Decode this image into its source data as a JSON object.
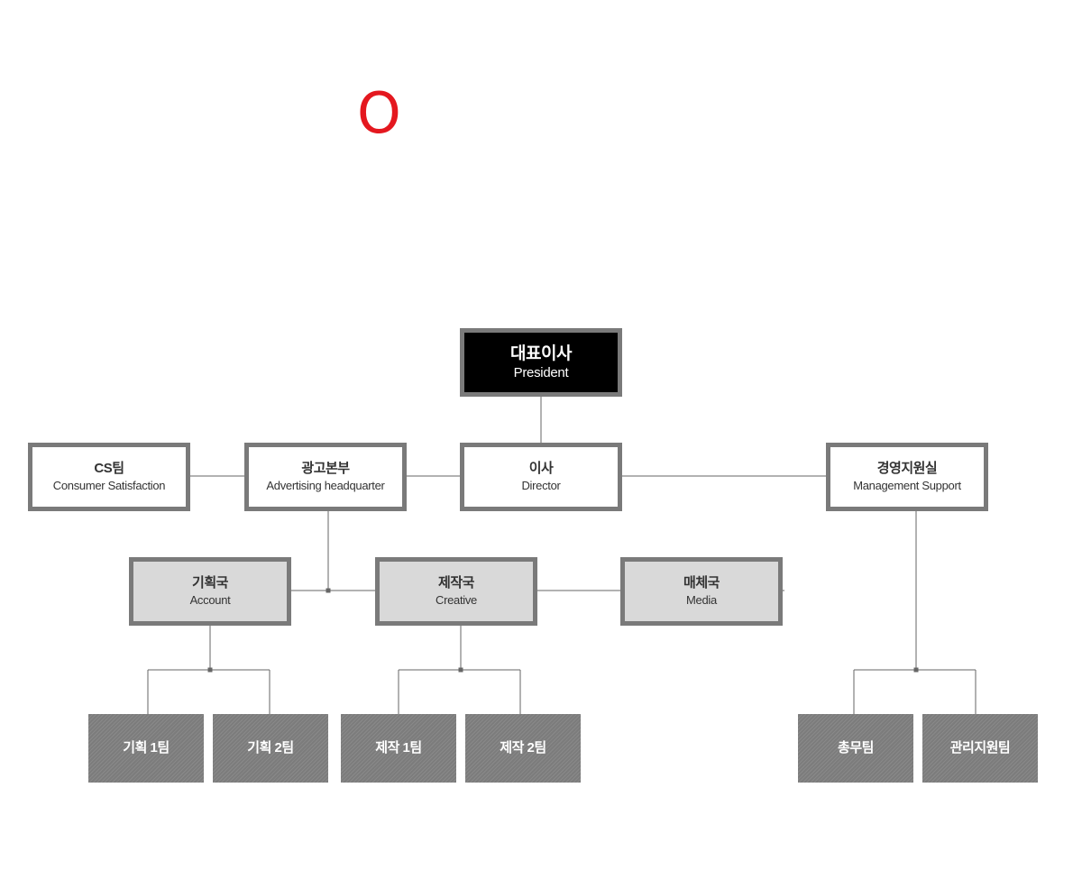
{
  "header": {
    "mark": "O"
  },
  "colors": {
    "accent": "#e4181f",
    "border": "#7a7a7a",
    "line": "#666666",
    "dept_fill": "#d9d9d9",
    "team_fill": "#7c7c7c",
    "president_fill": "#000000"
  },
  "nodes": {
    "president": {
      "ko": "대표이사",
      "en": "President"
    },
    "director": {
      "ko": "이사",
      "en": "Director"
    },
    "cs_team": {
      "ko": "CS팀",
      "en": "Consumer Satisfaction"
    },
    "advertising_hq": {
      "ko": "광고본부",
      "en": "Advertising headquarter"
    },
    "management_support": {
      "ko": "경영지원실",
      "en": "Management Support"
    },
    "account": {
      "ko": "기획국",
      "en": "Account"
    },
    "creative": {
      "ko": "제작국",
      "en": "Creative"
    },
    "media": {
      "ko": "매체국",
      "en": "Media"
    },
    "planning_team_1": {
      "ko": "기획 1팀"
    },
    "planning_team_2": {
      "ko": "기획 2팀"
    },
    "production_team_1": {
      "ko": "제작 1팀"
    },
    "production_team_2": {
      "ko": "제작 2팀"
    },
    "general_affairs_team": {
      "ko": "총무팀"
    },
    "admin_support_team": {
      "ko": "관리지원팀"
    }
  }
}
